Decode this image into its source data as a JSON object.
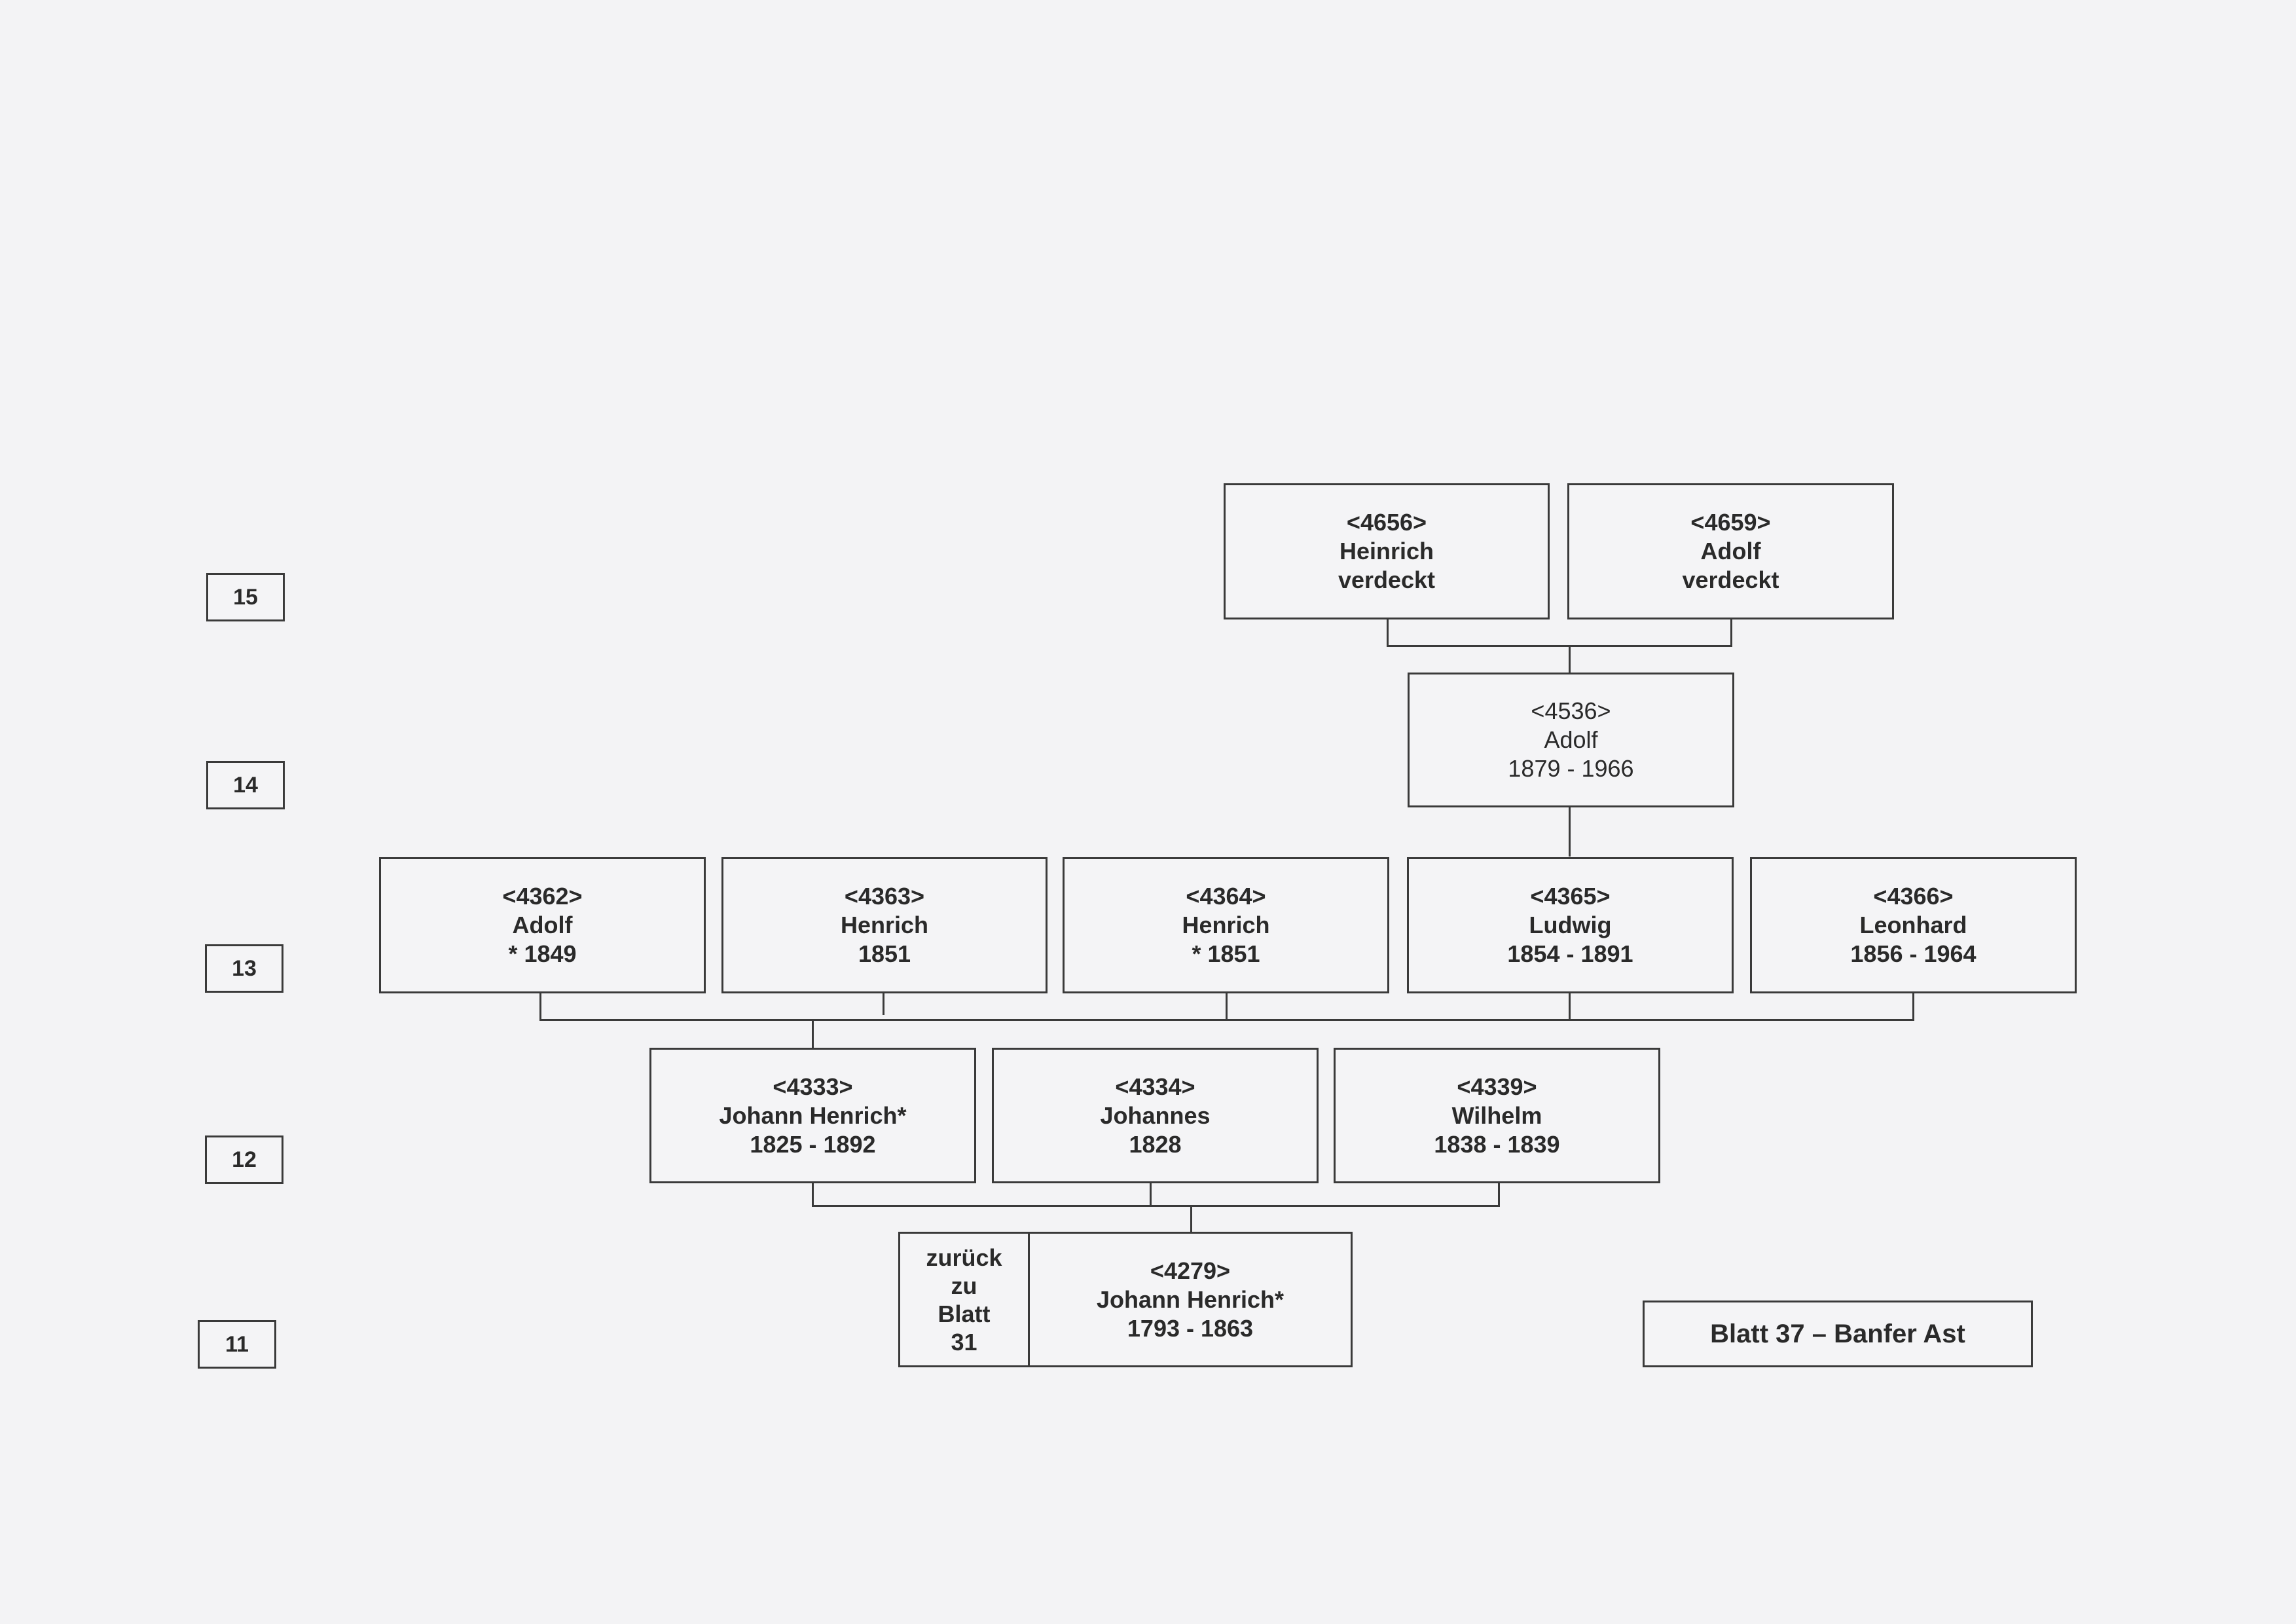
{
  "generations": [
    "15",
    "14",
    "13",
    "12",
    "11"
  ],
  "persons": {
    "p4656": {
      "id": "<4656>",
      "name": "Heinrich",
      "dates": "verdeckt"
    },
    "p4659": {
      "id": "<4659>",
      "name": "Adolf",
      "dates": "verdeckt"
    },
    "p4536": {
      "id": "<4536>",
      "name": "Adolf",
      "dates": "1879 - 1966"
    },
    "p4362": {
      "id": "<4362>",
      "name": "Adolf",
      "dates": "* 1849"
    },
    "p4363": {
      "id": "<4363>",
      "name": "Henrich",
      "dates": "1851"
    },
    "p4364": {
      "id": "<4364>",
      "name": "Henrich",
      "dates": "* 1851"
    },
    "p4365": {
      "id": "<4365>",
      "name": "Ludwig",
      "dates": "1854 - 1891"
    },
    "p4366": {
      "id": "<4366>",
      "name": "Leonhard",
      "dates": "1856 - 1964"
    },
    "p4333": {
      "id": "<4333>",
      "name": "Johann Henrich*",
      "dates": "1825 - 1892"
    },
    "p4334": {
      "id": "<4334>",
      "name": "Johannes",
      "dates": "1828"
    },
    "p4339": {
      "id": "<4339>",
      "name": "Wilhelm",
      "dates": "1838 - 1839"
    },
    "p4279": {
      "id": "<4279>",
      "name": "Johann Henrich*",
      "dates": "1793 - 1863"
    }
  },
  "back_link": {
    "line1": "zurück",
    "line2": "zu",
    "line3": "Blatt",
    "line4": "31"
  },
  "sheet_title": "Blatt 37 – Banfer Ast"
}
